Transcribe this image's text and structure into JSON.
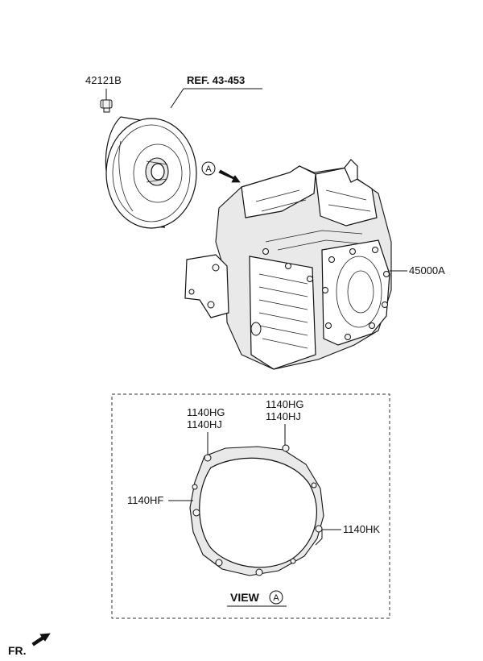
{
  "callouts": {
    "bolt_top": "42121B",
    "reference": "REF. 43-453",
    "transaxle": "45000A",
    "bolt_hg_left": "1140HG",
    "bolt_hj_left": "1140HJ",
    "bolt_hg_right": "1140HG",
    "bolt_hj_right": "1140HJ",
    "bolt_hf": "1140HF",
    "bolt_hk": "1140HK"
  },
  "view": {
    "label": "VIEW",
    "marker": "A"
  },
  "arrow_marker": "A",
  "front_indicator": "FR.",
  "icons": [
    "view-arrow-icon",
    "front-arrow-icon"
  ]
}
